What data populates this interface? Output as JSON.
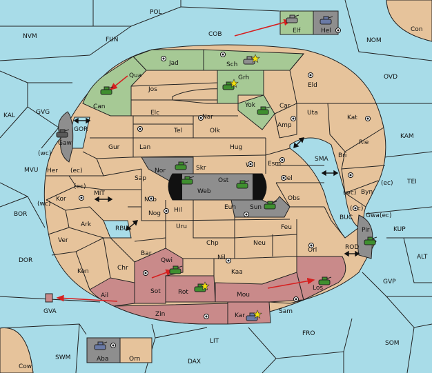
{
  "colors": {
    "sea": "#a8dce8",
    "land": "#e6c39b",
    "power_green": "#a6c995",
    "power_grey": "#8e8e8e",
    "power_red": "#c98a8a",
    "order_arrow": "#d62020",
    "border": "#222222"
  },
  "icons": {
    "army": "tank-icon",
    "supply_center": "supply-center-dot-icon",
    "dislodged": "yellow-star-icon",
    "convoy_or_move": "double-arrow-icon"
  },
  "sea_labels": [
    "POL",
    "NVM",
    "FUN",
    "COB",
    "NOM",
    "Con",
    "OVD",
    "KAL",
    "GVG",
    "KAM",
    "TEI",
    "MVU",
    "BOR",
    "DOR",
    "ALT",
    "KUP",
    "GVP",
    "GVA",
    "SWM",
    "FRO",
    "SOM",
    "LIT",
    "DAX",
    "Cow",
    "GOR",
    "MIT",
    "RBU",
    "SMA",
    "BUC",
    "ROD"
  ],
  "land_labels": [
    "Jad",
    "Sch",
    "Qua",
    "Jos",
    "Grh",
    "Eld",
    "Can",
    "Yok",
    "Car",
    "Elc",
    "Nar",
    "Uta",
    "Tel",
    "Amp",
    "Kat",
    "Olk",
    "Gur",
    "Lan",
    "Hug",
    "Rie",
    "Bri",
    "Gaw",
    "Esm",
    "Wil",
    "Nor",
    "Skr",
    "Ost",
    "Mel",
    "Sap",
    "Web",
    "Byn",
    "Her",
    "Kor",
    "Nab",
    "Eun",
    "Sun",
    "Obs",
    "Hil",
    "Ark",
    "Nog",
    "Gwa",
    "Pir",
    "Uru",
    "Feu",
    "Ver",
    "Chp",
    "Neu",
    "Bar",
    "Nil",
    "Orl",
    "Qwi",
    "Ken",
    "Chr",
    "Kaa",
    "Sot",
    "Rot",
    "Mou",
    "Los",
    "Ail",
    "Zin",
    "Kar",
    "Sam",
    "Aba",
    "Orn",
    "Elf",
    "Hel"
  ],
  "coast_tags": [
    "(wc)",
    "(ec)",
    "(ec)",
    "(wc)",
    "(wc)",
    "(ec)",
    "(wc)",
    "(ec)"
  ],
  "units": [
    {
      "province": "Elf",
      "color": "#8e8e8e"
    },
    {
      "province": "Hel",
      "color": "#6a7aa6"
    },
    {
      "province": "Sch",
      "color": "#8e8e8e"
    },
    {
      "province": "Can",
      "color": "#3f8f2f"
    },
    {
      "province": "Grh",
      "color": "#3f8f2f"
    },
    {
      "province": "Yok",
      "color": "#3f8f2f"
    },
    {
      "province": "Gaw",
      "color": "#5a5a5a"
    },
    {
      "province": "Nor",
      "color": "#3f8f2f"
    },
    {
      "province": "Web",
      "color": "#3f8f2f"
    },
    {
      "province": "Ost",
      "color": "#3f8f2f"
    },
    {
      "province": "Sun",
      "color": "#3f8f2f"
    },
    {
      "province": "Pir",
      "color": "#3f8f2f"
    },
    {
      "province": "Qwi",
      "color": "#3f8f2f"
    },
    {
      "province": "Rot",
      "color": "#3f8f2f"
    },
    {
      "province": "Los",
      "color": "#3f8f2f"
    },
    {
      "province": "Kar",
      "color": "#6a7aa6"
    },
    {
      "province": "Aba",
      "color": "#6a7aa6"
    }
  ]
}
